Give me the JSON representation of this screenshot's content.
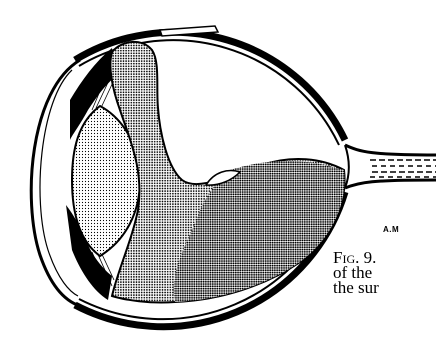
{
  "figure": {
    "artist_initials": "A.M",
    "caption": {
      "label": "Fig. 9.",
      "line2": "of the",
      "line3": "the sur"
    }
  }
}
